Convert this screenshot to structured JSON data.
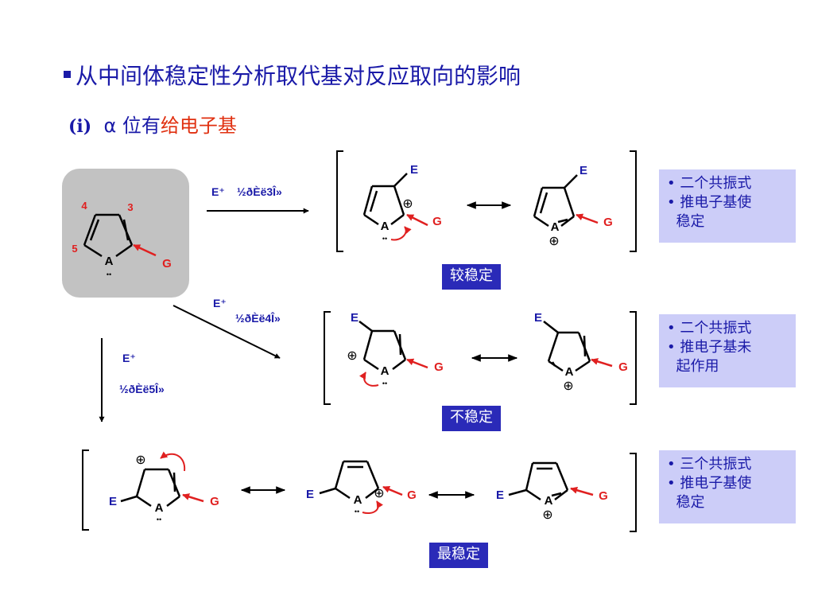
{
  "title": "从中间体稳定性分析取代基对反应取向的影响",
  "subtitle": {
    "prefix": "(i)",
    "alpha": "α",
    "middle": "位有",
    "highlight": "给电子基"
  },
  "atoms": {
    "hetero": "A",
    "substituent": "G",
    "electrophile": "E",
    "plus": "⊕",
    "lone_pair": "••"
  },
  "ring_numbers": {
    "n3": "3",
    "n4": "4",
    "n5": "5"
  },
  "reagent": {
    "e_plus": "E⁺",
    "path3": "½ðÈë3Î»",
    "path4": "½ðÈë4Î»",
    "path5": "½ðÈë5Î»"
  },
  "boxes": {
    "top": [
      "• 二个共振式",
      "• 推电子基使",
      "  稳定"
    ],
    "middle": [
      "• 二个共振式",
      "• 推电子基未",
      "  起作用"
    ],
    "bottom": [
      "• 三个共振式",
      "• 推电子基使",
      "  稳定"
    ]
  },
  "labels": {
    "top": "较稳定",
    "middle": "不稳定",
    "bottom": "最稳定"
  },
  "colors": {
    "blue": "#1a1aa8",
    "red": "#e02020",
    "box": "#cccdf8",
    "tag": "#2a2ab8",
    "gray": "#c2c2c2"
  }
}
